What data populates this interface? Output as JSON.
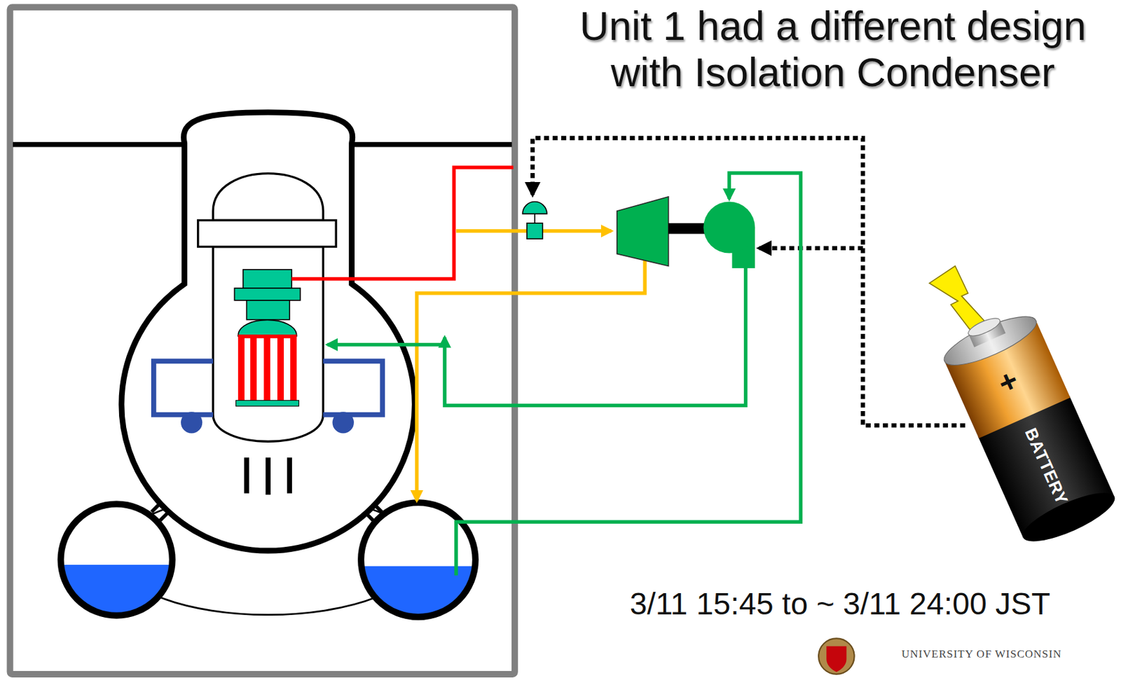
{
  "diagram": {
    "title": "Unit 1 had a different design with Isolation Condenser",
    "labels": [
      "+",
      "BATTERY",
      "3/11 15:45 to ~ 3/11 24:00 JST",
      "UNIVERSITY OF WISCONSIN"
    ]
  }
}
